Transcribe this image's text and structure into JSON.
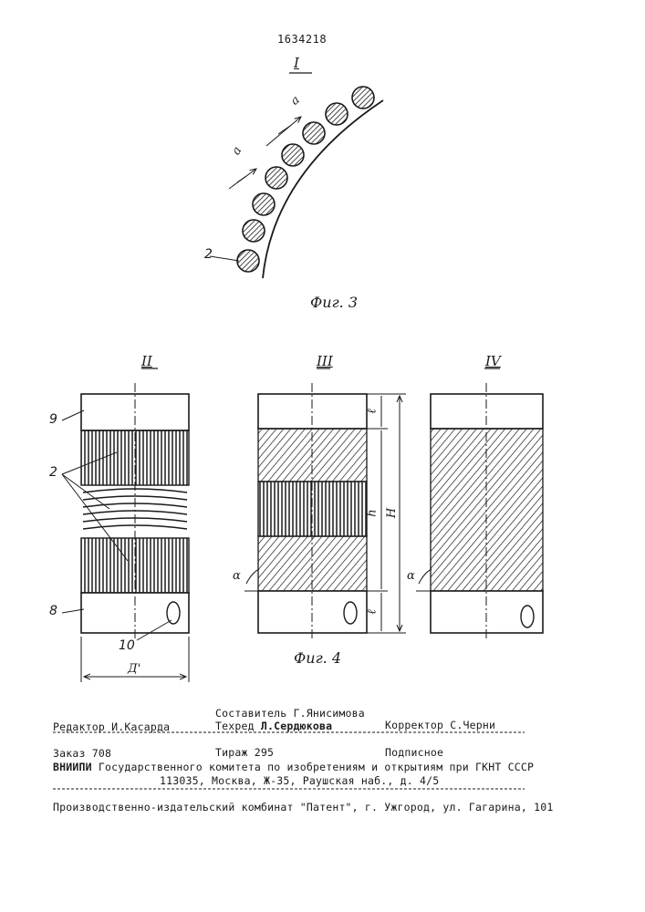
{
  "patent_number": "1634218",
  "fig3": {
    "caption": "Фиг. 3",
    "view_label": "I",
    "ref_wire": "2",
    "dim_a_left": "a",
    "dim_a_right": "a"
  },
  "fig4": {
    "caption": "Фиг. 4",
    "views": [
      "II",
      "III",
      "IV"
    ],
    "refs": {
      "sleeve_top": "9",
      "wires": "2",
      "sleeve_bottom": "8",
      "hole": "10"
    },
    "dims": {
      "diameter": "Д'",
      "end_length_top": "ℓ",
      "inner_h": "h",
      "total_h": "H",
      "end_length_bottom": "ℓ",
      "angle_iii": "α",
      "angle_iv": "α"
    }
  },
  "imprint": {
    "composer": "Составитель Г.Янисимова",
    "editor": "Редактор И.Касарда",
    "techred_label": "Техред",
    "techred_name": "Л.Сердюкова",
    "corrector": "Корректор  С.Черни",
    "order": "Заказ 708",
    "circulation": "Тираж 295",
    "subscription": "Подписное",
    "institute_abbr": "ВНИИПИ",
    "institute_rest": "Государственного комитета по изобретениям и открытиям при ГКНТ СССР",
    "address": "113035, Москва, Ж-35, Раушская наб., д. 4/5",
    "plant": "Производственно-издательский комбинат \"Патент\", г. Ужгород, ул. Гагарина, 101"
  }
}
